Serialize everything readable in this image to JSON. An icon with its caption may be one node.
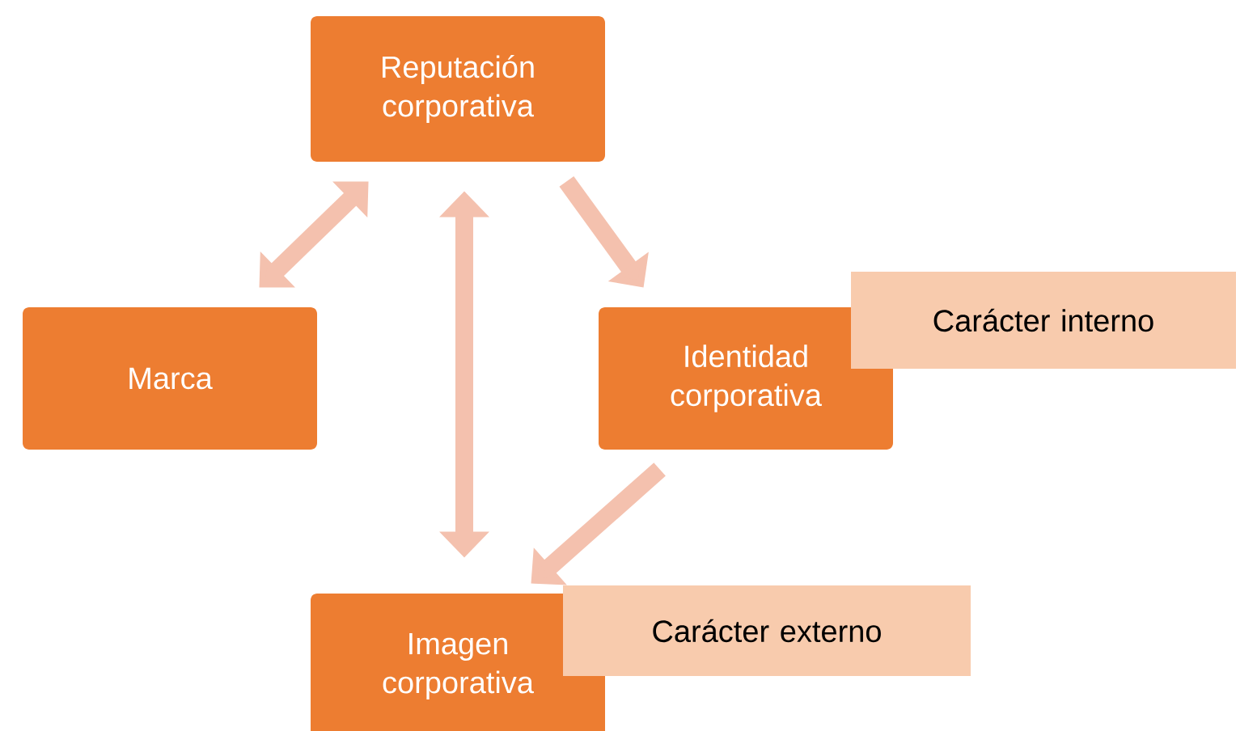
{
  "diagram": {
    "nodes": [
      {
        "text": [
          "Reputación corporativa"
        ]
      },
      {
        "text": [
          "Marca"
        ]
      },
      {
        "text": [
          "Identidad corporativa"
        ]
      },
      {
        "text": [
          "Carácter interno"
        ]
      },
      {
        "text": [
          "Imagen corporativa"
        ]
      },
      {
        "text": [
          "Carácter externo"
        ]
      }
    ],
    "edges": [
      {
        "from": 0,
        "to": 1,
        "arrow": "both"
      },
      {
        "from": 0,
        "to": 2,
        "arrow": "to"
      },
      {
        "from": 0,
        "to": 4,
        "arrow": "both"
      },
      {
        "from": 2,
        "to": 4,
        "arrow": "to"
      }
    ]
  }
}
